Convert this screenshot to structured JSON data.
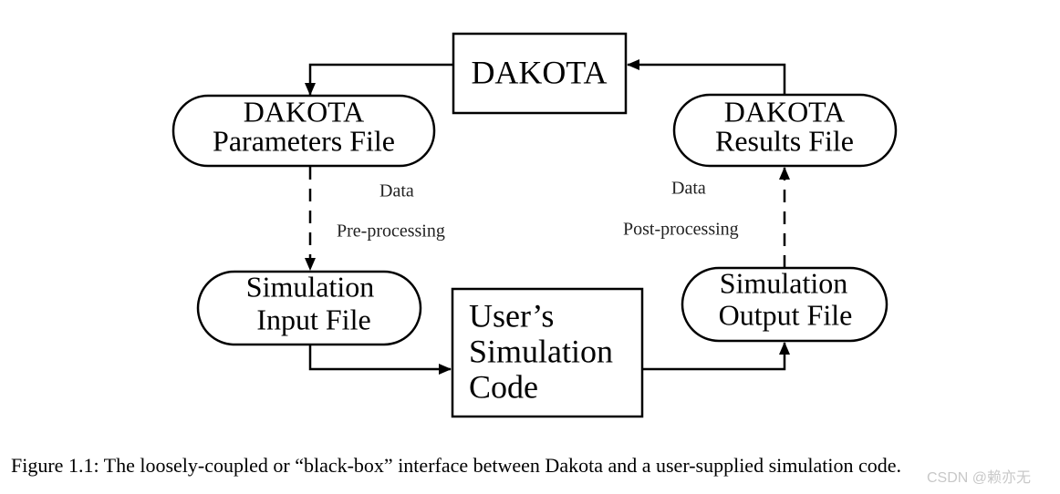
{
  "nodes": {
    "dakota": {
      "line1": "DAKOTA"
    },
    "parameters_file": {
      "line1": "DAKOTA",
      "line2": "Parameters File"
    },
    "results_file": {
      "line1": "DAKOTA",
      "line2": "Results File"
    },
    "input_file": {
      "line1": "Simulation",
      "line2": "Input File"
    },
    "output_file": {
      "line1": "Simulation",
      "line2": "Output File"
    },
    "user_code": {
      "line1": "User’s",
      "line2": "Simulation",
      "line3": "Code"
    }
  },
  "labels": {
    "pre_data": "Data",
    "pre_processing": "Pre-processing",
    "post_data": "Data",
    "post_processing": "Post-processing"
  },
  "caption": "Figure 1.1: The loosely-coupled or “black-box” interface between Dakota and a user-supplied simulation code.",
  "watermark": "CSDN @赖亦无"
}
